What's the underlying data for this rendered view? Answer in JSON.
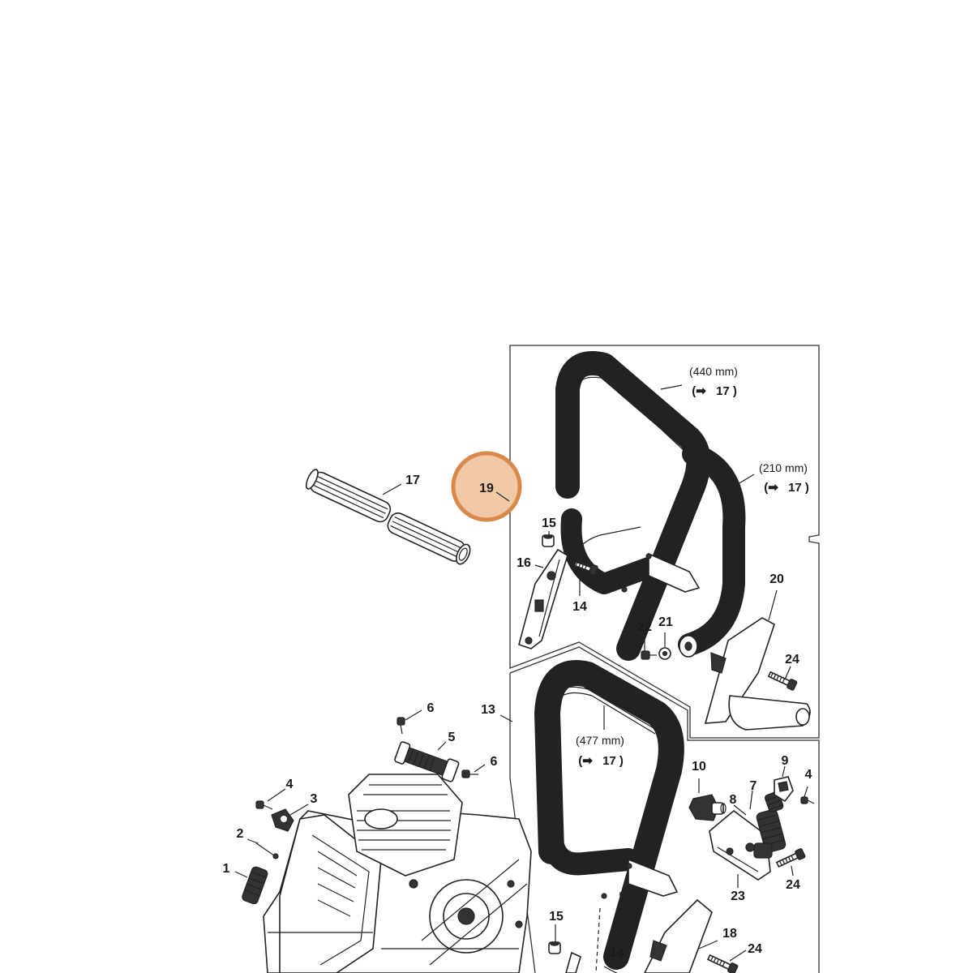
{
  "callouts": {
    "c1": "1",
    "c2": "2",
    "c3": "3",
    "c4a": "4",
    "c4b": "4",
    "c5": "5",
    "c6a": "6",
    "c6b": "6",
    "c7": "7",
    "c8": "8",
    "c9": "9",
    "c10": "10",
    "c13": "13",
    "c14a": "14",
    "c14b": "14",
    "c15a": "15",
    "c15b": "15",
    "c16": "16",
    "c17": "17",
    "c18": "18",
    "c20": "20",
    "c21": "21",
    "c22": "22",
    "c23": "23",
    "c24a": "24",
    "c24b": "24",
    "c24c": "24"
  },
  "highlight": {
    "label": "19",
    "color": "#d9894a",
    "fill": "#f2c9a6"
  },
  "annotations": {
    "a440": {
      "size": "(440 mm)",
      "ref": "17 )"
    },
    "a210": {
      "size": "(210 mm)",
      "ref": "17 )"
    },
    "a477": {
      "size": "(477 mm)",
      "ref": "17 )"
    }
  },
  "arrow_glyph": "(➡"
}
